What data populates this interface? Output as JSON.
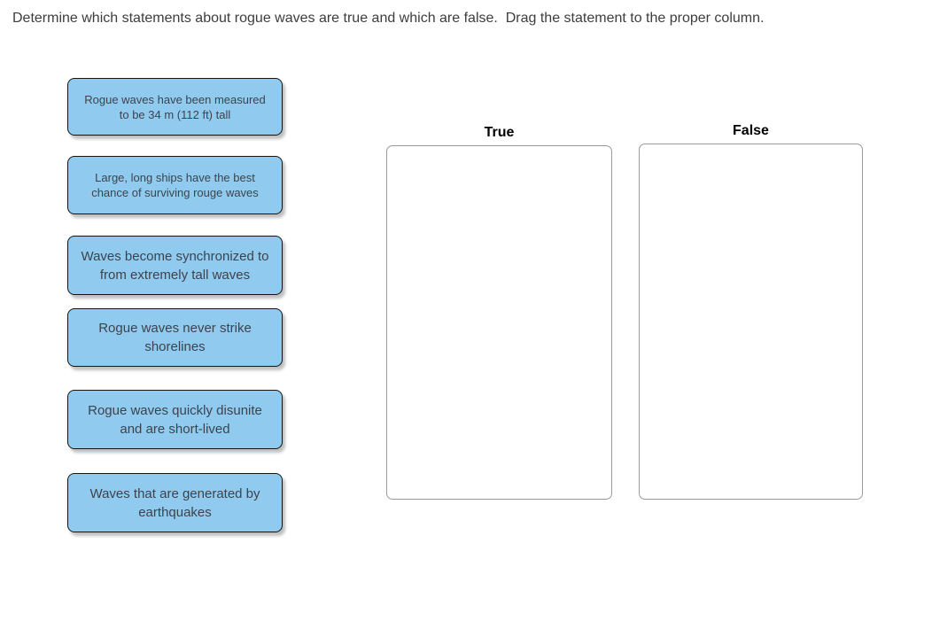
{
  "instructions": "Determine which statements about rogue waves are true and which are false.  Drag the statement to the proper column.",
  "columns": {
    "true_label": "True",
    "false_label": "False"
  },
  "cards": [
    "Rogue waves have been measured to be 34 m (112 ft) tall",
    "Large, long ships have the best chance of surviving rouge waves",
    "Waves become synchronized to from extremely tall waves",
    "Rogue waves never strike shorelines",
    "Rogue waves quickly disunite and are short-lived",
    "Waves that are generated by earthquakes"
  ],
  "colors": {
    "card_fill": "#90cbef",
    "card_border": "#141414",
    "card_text": "#3d434d",
    "dropzone_border": "#9b9b9b",
    "title_text": "#3d3d3d",
    "column_label_text": "#000000"
  }
}
